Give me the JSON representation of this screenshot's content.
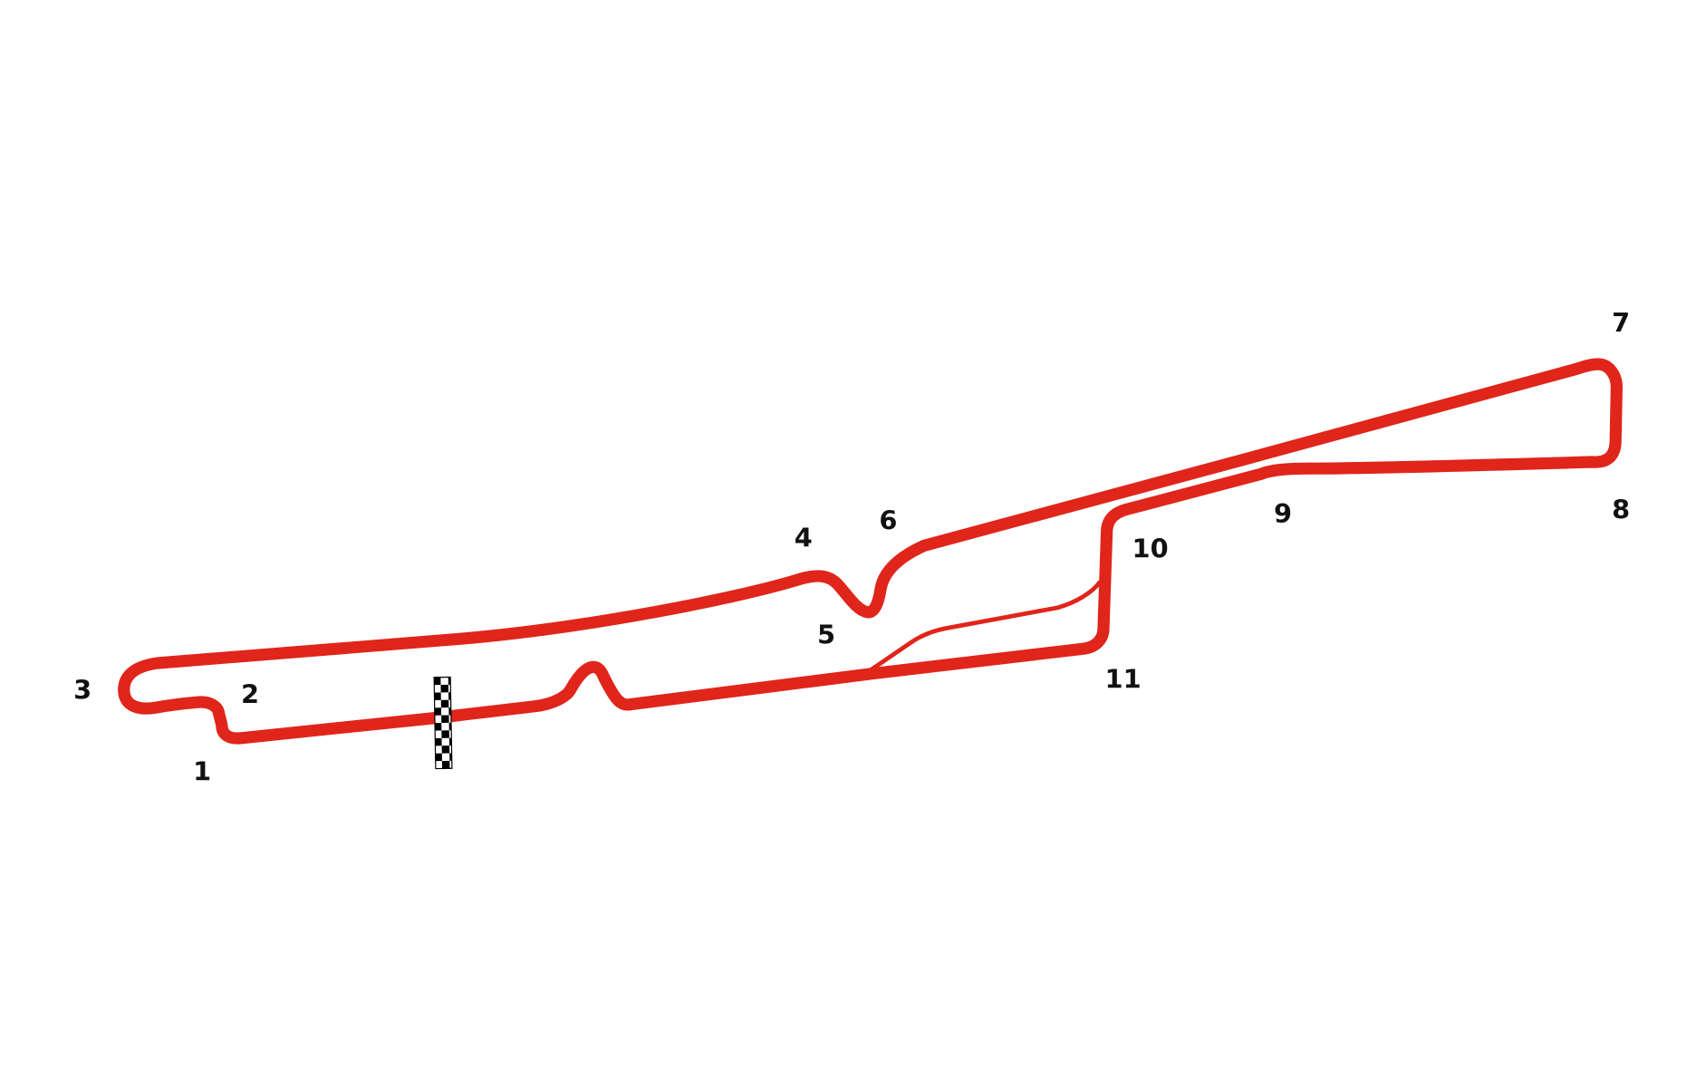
{
  "track": {
    "color": "#e0251b",
    "turns": [
      "1",
      "2",
      "3",
      "4",
      "5",
      "6",
      "7",
      "8",
      "9",
      "10",
      "11"
    ]
  },
  "start_finish": {
    "icon": "checkered-flag-icon"
  }
}
